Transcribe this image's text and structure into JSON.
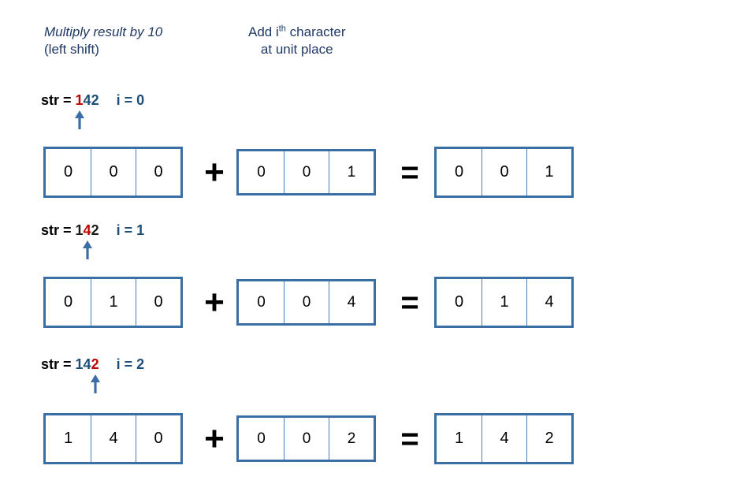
{
  "headers": {
    "multiply": {
      "line1": "Multiply result by 10",
      "line2": "(left shift)"
    },
    "add": {
      "line1_pre": "Add i",
      "line1_sup": "th",
      "line1_post": " character",
      "line2": "at unit place"
    }
  },
  "colors": {
    "navy": "#1F3864",
    "blue": "#1F4E79",
    "box_border": "#3A6EA5",
    "box_divider": "#4A7EBB",
    "highlight_red": "#C00000",
    "arrow": "#3A6EA5",
    "black": "#000000"
  },
  "operators": {
    "plus": "+",
    "equals": "="
  },
  "steps": [
    {
      "caption": {
        "label": "str = ",
        "chars": [
          {
            "text": "1",
            "state": "current"
          },
          {
            "text": "4",
            "state": "pending"
          },
          {
            "text": "2",
            "state": "pending"
          }
        ],
        "index_label": "i = 0"
      },
      "left": {
        "digits": [
          "0",
          "0",
          "0"
        ]
      },
      "middle": {
        "digits": [
          "0",
          "0",
          "1"
        ]
      },
      "result": {
        "digits": [
          "0",
          "0",
          "1"
        ]
      }
    },
    {
      "caption": {
        "label": "str = ",
        "chars": [
          {
            "text": "1",
            "state": "done"
          },
          {
            "text": "4",
            "state": "current"
          },
          {
            "text": "2",
            "state": "pending"
          }
        ],
        "index_label": "i = 1"
      },
      "left": {
        "digits": [
          "0",
          "1",
          "0"
        ]
      },
      "middle": {
        "digits": [
          "0",
          "0",
          "4"
        ]
      },
      "result": {
        "digits": [
          "0",
          "1",
          "4"
        ]
      }
    },
    {
      "caption": {
        "label": "str = ",
        "chars": [
          {
            "text": "1",
            "state": "done"
          },
          {
            "text": "4",
            "state": "done"
          },
          {
            "text": "2",
            "state": "current"
          }
        ],
        "index_label": "i = 2"
      },
      "left": {
        "digits": [
          "1",
          "4",
          "0"
        ]
      },
      "middle": {
        "digits": [
          "0",
          "0",
          "2"
        ]
      },
      "result": {
        "digits": [
          "1",
          "4",
          "2"
        ]
      }
    }
  ]
}
